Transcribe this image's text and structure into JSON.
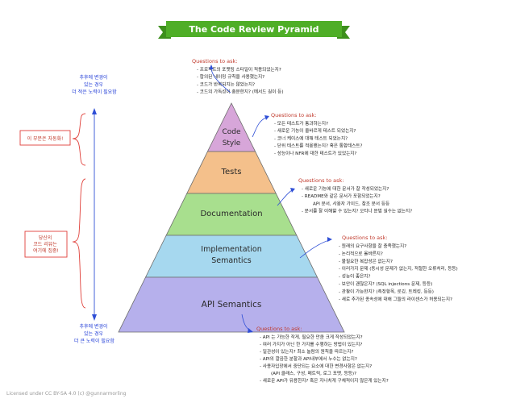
{
  "title": "The Code Review Pyramid",
  "layers": [
    {
      "label_lines": [
        "Code",
        "Style"
      ],
      "color": "#d7a6d9"
    },
    {
      "label_lines": [
        "Tests"
      ],
      "color": "#f4c08b"
    },
    {
      "label_lines": [
        "Documentation"
      ],
      "color": "#a8df8e"
    },
    {
      "label_lines": [
        "Implementation",
        "Semantics"
      ],
      "color": "#a6d8ef"
    },
    {
      "label_lines": [
        "API Semantics"
      ],
      "color": "#b6b0ec"
    }
  ],
  "sections": [
    {
      "heading": "Questions to ask:",
      "items": [
        "- 프로젝트의 포맷팅 스타일이 적용되었는지?",
        "- 합의된 네이밍 규칙을 사용했는지?",
        "- 코드가 반복되지는 않았는지?",
        "- 코드의 가독성이 충분한지? (메서드 길이 등)"
      ]
    },
    {
      "heading": "Questions to ask:",
      "items": [
        "- 모든 테스트가 통과하는지?",
        "- 새로운 기능이 올바르게 테스트 되었는지?",
        "- 코너 케이스에 대해 테스트 되었는지?",
        "- 단위 테스트를 적용했는지? 혹은 통합테스트?",
        "- 성능이나 NFR에 대한 테스트가 있었는지?"
      ]
    },
    {
      "heading": "Questions to ask:",
      "items": [
        "- 새로운 기능에 대한 문서가 잘 작성되었는지?",
        "- README와 같은 문서가 포함되었는지?",
        "API 문서, 사용자 가이드, 참조 문서 등등",
        "- 문서를 잘 이해할 수 있는지? 오타나 문법 실수는 없는지?"
      ]
    },
    {
      "heading": "Questions to ask:",
      "items": [
        "- 원래의 요구사항을 잘 충족했는지?",
        "- 논리적으로 올바른지?",
        "- 불필요한 복잡성은 없는지?",
        "- 이러가지 문제 (동시성 문제가 없는지, 적절한 오류처리, 등등)",
        "- 성능이 좋은지?",
        "- 보안이 괜찮은지? (SQL injections 문제, 등등)",
        "- 관찰이 가능한지? (측정항목, 로깅, 트레킹, 등등)",
        "- 새로 추가된 종속성에 대해 그들의 라이센스가 허용되는지?"
      ]
    },
    {
      "heading": "Questions to ask:",
      "items": [
        "- API 는 가능한 작게, 필요한 만큼 크게 작성되었는지?",
        "- 여러 가지가 아닌 한 가지를 수행하는 방법이 있는지?",
        "- 일관성이 있는지? 최소 놀람의 원칙을 따르는지?",
        "- API의 깔끔한 분할과 API내부에서 누수는 없는지?",
        "- 사용자입장에서 중단되는 요소에 대한 변경사항은 없는지?",
        "(API 클래스, 구성, 메트릭, 로그 포맷, 등등)?",
        "- 새로운 API가 유용한지? 혹은 지나치게 구체적이지 않은게 있는지?"
      ]
    }
  ],
  "left_panel": {
    "top_lines": [
      "추후에 변경이",
      "있는 경우",
      "더 적은 노력이 필요함"
    ],
    "bottom_lines": [
      "추후에 변경이",
      "있는 경우",
      "더 큰 노력이 필요함"
    ],
    "box1_lines": [
      "이 부분은 자동화!"
    ],
    "box2_lines": [
      "당신의",
      "코드 리뷰는",
      "여기에 집중!"
    ]
  },
  "footer": "Licensed under CC BY-SA 4.0 (c) @gunnarmorling",
  "colors": {
    "banner": "#4fae27",
    "question_heading": "#c0392b",
    "side_text": "#1f3bd6",
    "brace": "#e0403a"
  }
}
